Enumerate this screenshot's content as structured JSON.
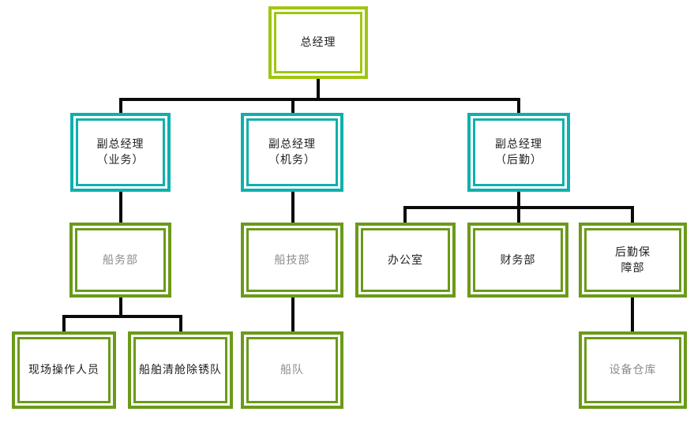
{
  "colors": {
    "level1_border": "#a0c511",
    "level2_border": "#0fb0ad",
    "level3_border": "#6b9a19",
    "connector": "#0a0a0a",
    "text_dark": "#1f1f1f",
    "text_gray": "#8c8c8c",
    "node_background": "#ffffff",
    "page_background": "#ffffff"
  },
  "nodes": {
    "gm": {
      "label": "总经理",
      "level": 1
    },
    "dgm_biz": {
      "label": "副总经理\n（业务）",
      "level": 2
    },
    "dgm_mech": {
      "label": "副总经理\n（机务）",
      "level": 2
    },
    "dgm_log": {
      "label": "副总经理\n（后勤）",
      "level": 2
    },
    "shipping": {
      "label": "船务部",
      "level": 3
    },
    "shiptech": {
      "label": "船技部",
      "level": 3
    },
    "office": {
      "label": "办公室",
      "level": 3
    },
    "finance": {
      "label": "财务部",
      "level": 3
    },
    "logsupport": {
      "label": "后勤保\n障部",
      "level": 3
    },
    "fieldops": {
      "label": "现场操作人员",
      "level": 4
    },
    "derust": {
      "label": "船舶清舱除锈队",
      "level": 4
    },
    "fleet": {
      "label": "船队",
      "level": 4
    },
    "warehouse": {
      "label": "设备仓库",
      "level": 4
    }
  },
  "edges": [
    [
      "gm",
      "dgm_biz"
    ],
    [
      "gm",
      "dgm_mech"
    ],
    [
      "gm",
      "dgm_log"
    ],
    [
      "dgm_biz",
      "shipping"
    ],
    [
      "dgm_mech",
      "shiptech"
    ],
    [
      "dgm_log",
      "office"
    ],
    [
      "dgm_log",
      "finance"
    ],
    [
      "dgm_log",
      "logsupport"
    ],
    [
      "shipping",
      "fieldops"
    ],
    [
      "shipping",
      "derust"
    ],
    [
      "shiptech",
      "fleet"
    ],
    [
      "logsupport",
      "warehouse"
    ]
  ]
}
